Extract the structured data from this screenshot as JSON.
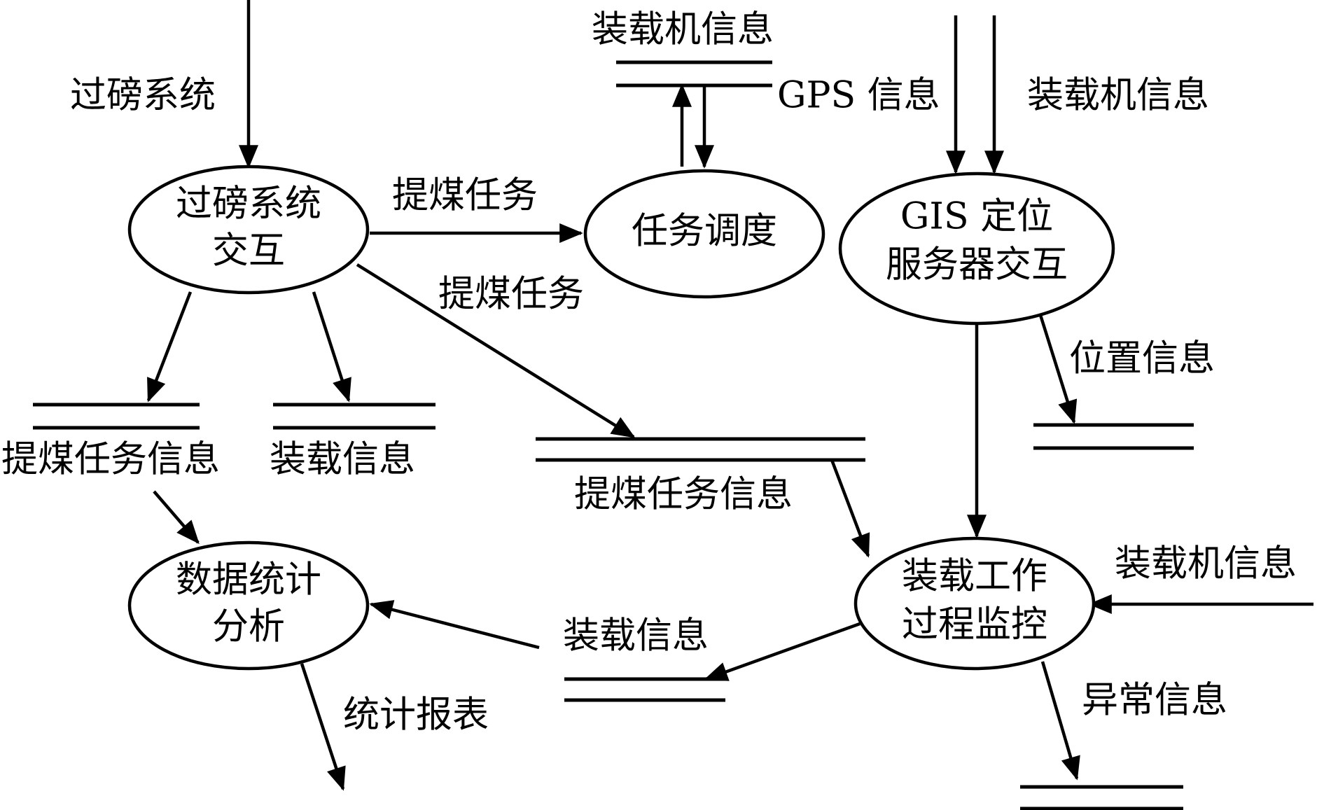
{
  "processes": {
    "weighing": {
      "line1": "过磅系统",
      "line2": "交互"
    },
    "dispatch": {
      "line1": "任务调度"
    },
    "gis": {
      "line1": "GIS 定位",
      "line2": "服务器交互"
    },
    "monitor": {
      "line1": "装载工作",
      "line2": "过程监控"
    },
    "stats": {
      "line1": "数据统计",
      "line2": "分析"
    }
  },
  "flows": {
    "external_weighing": "过磅系统",
    "weighing_to_dispatch": "提煤任务",
    "weighing_to_store": "提煤任务",
    "gps_info": "GPS 信息",
    "loader_info_gis": "装载机信息",
    "position_info": "位置信息",
    "loader_info_monitor": "装载机信息",
    "monitor_to_store": "装载信息",
    "exception_info": "异常信息",
    "stats_report": "统计报表"
  },
  "stores": {
    "loader_info": "装载机信息",
    "task_info_left": "提煤任务信息",
    "loading_info_left": "装载信息",
    "task_info_center": "提煤任务信息"
  },
  "colors": {
    "stroke": "#000000",
    "background": "#ffffff"
  }
}
